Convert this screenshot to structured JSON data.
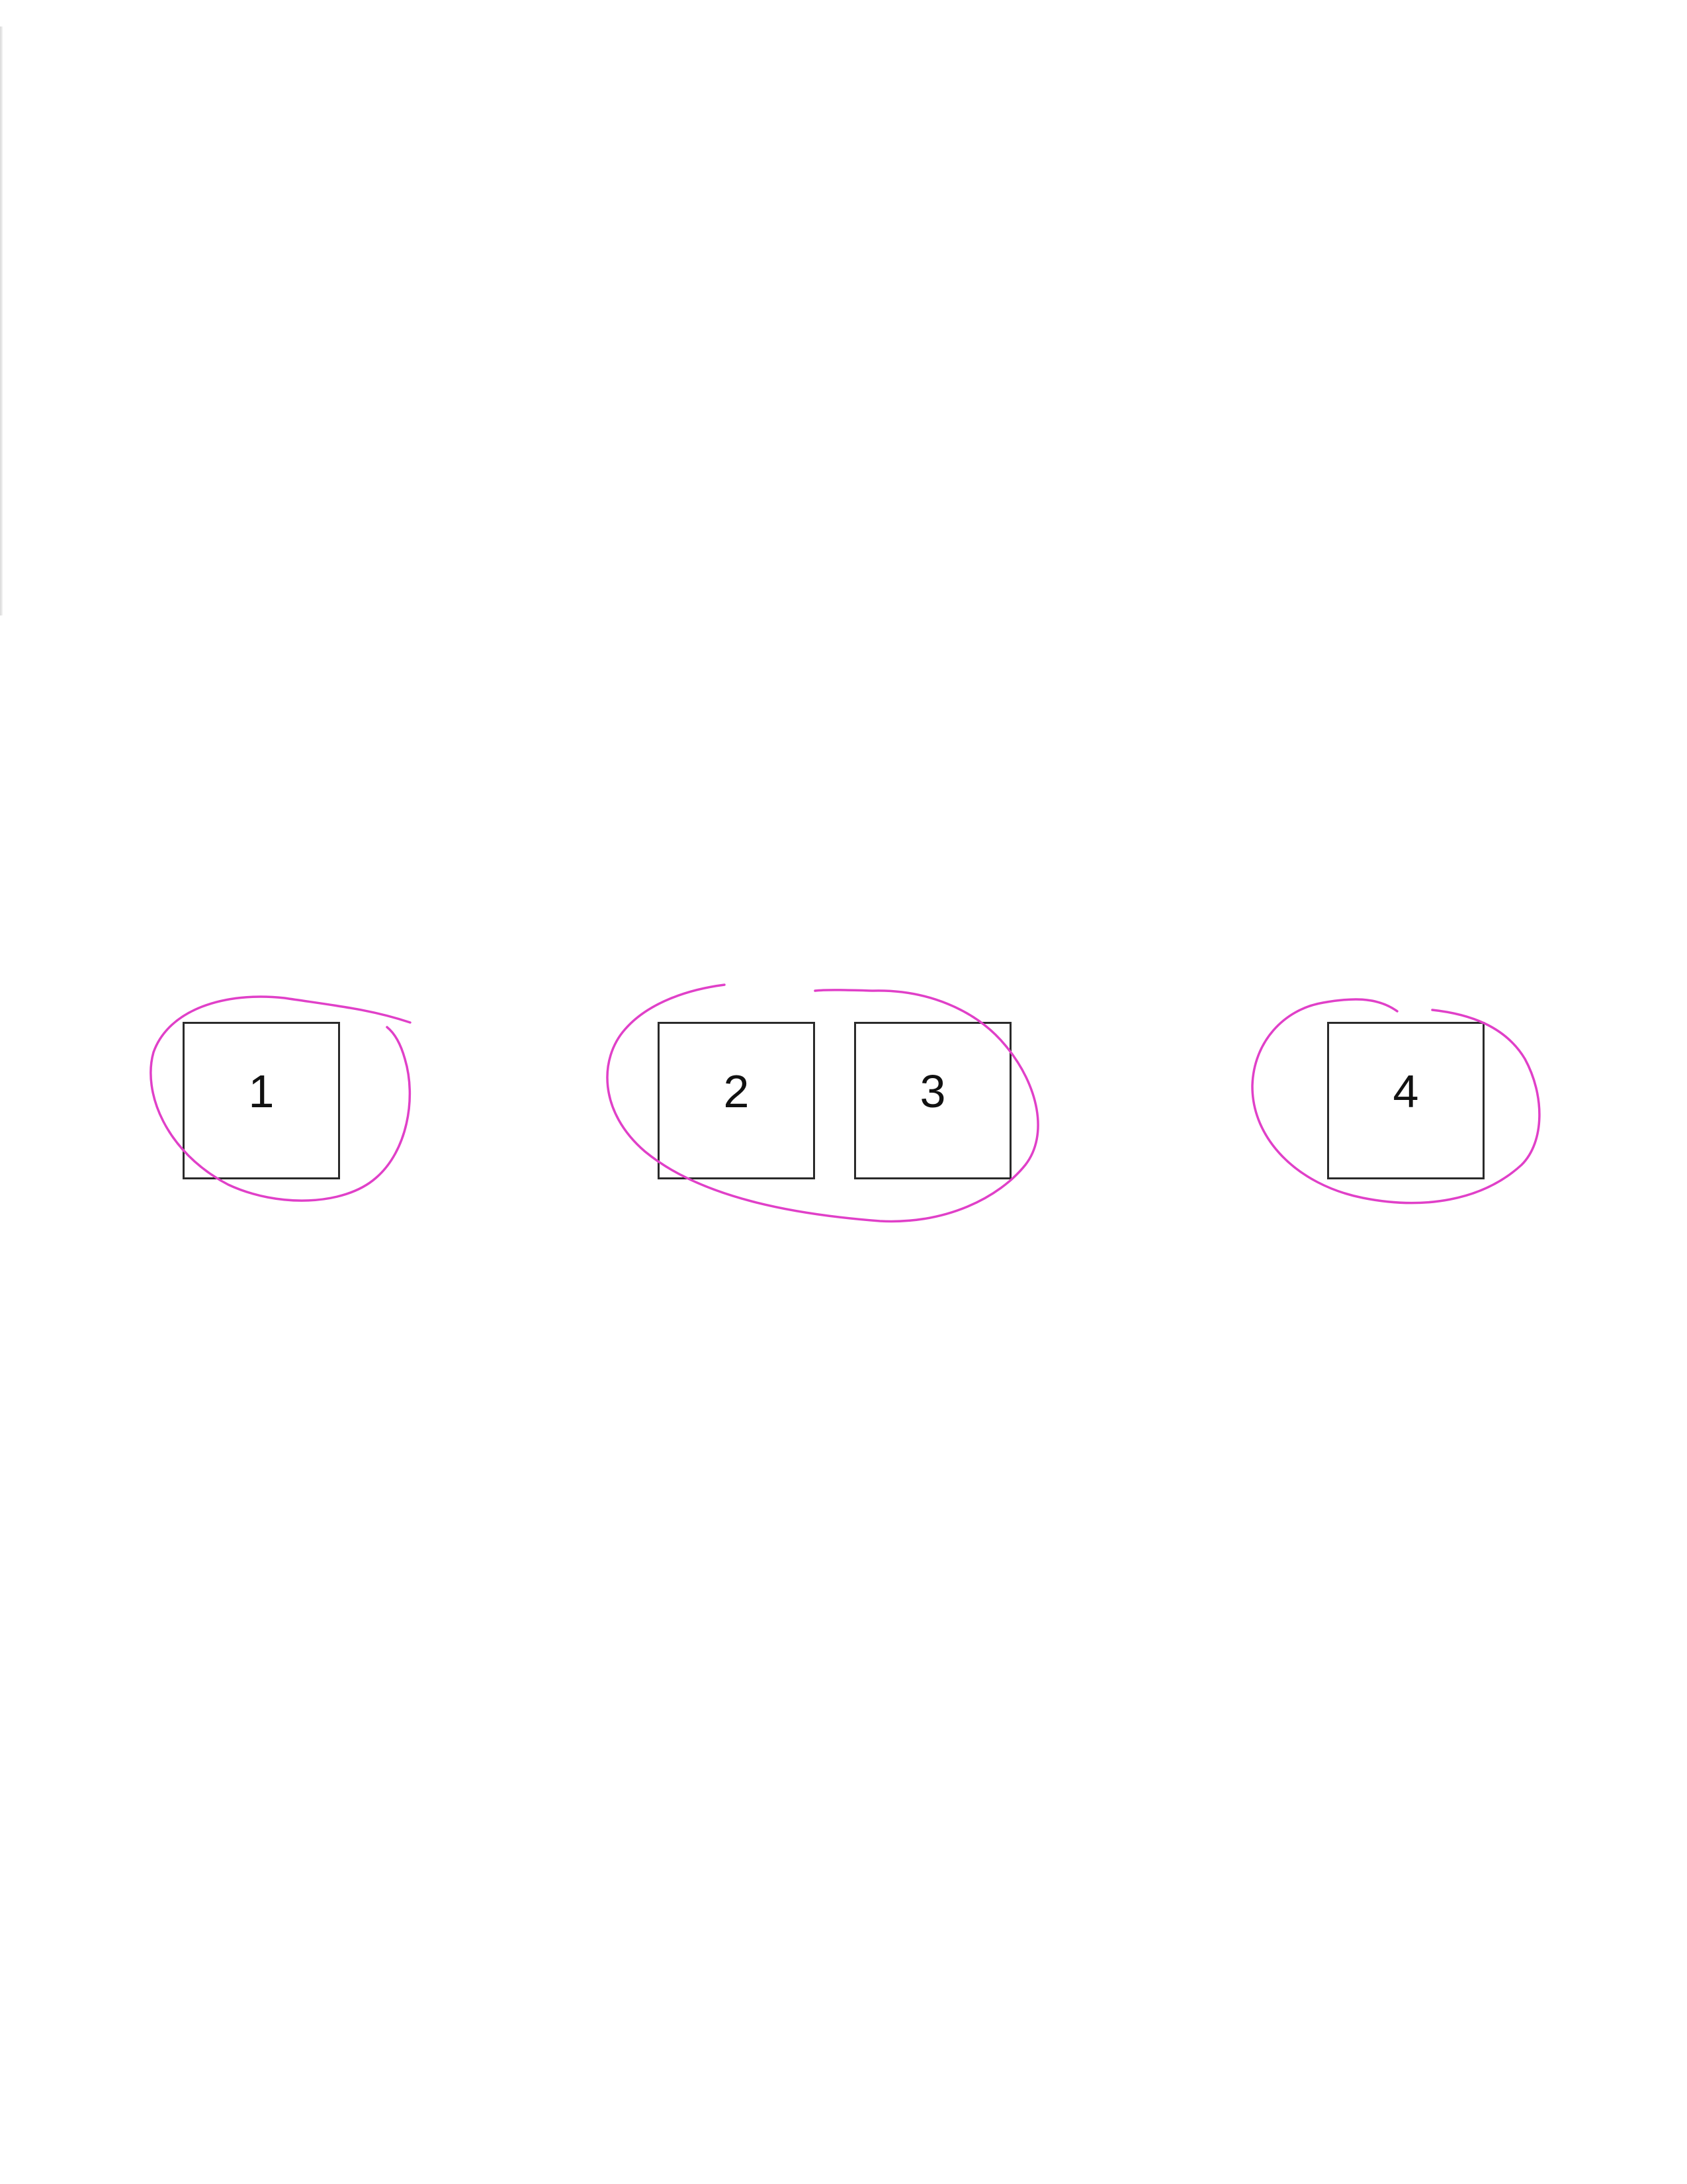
{
  "boxes": [
    {
      "label": "1"
    },
    {
      "label": "2"
    },
    {
      "label": "3"
    },
    {
      "label": "4"
    }
  ],
  "annotation_color": "#e040c8",
  "groups": [
    {
      "members": [
        "1"
      ]
    },
    {
      "members": [
        "2",
        "3"
      ]
    },
    {
      "members": [
        "4"
      ]
    }
  ]
}
